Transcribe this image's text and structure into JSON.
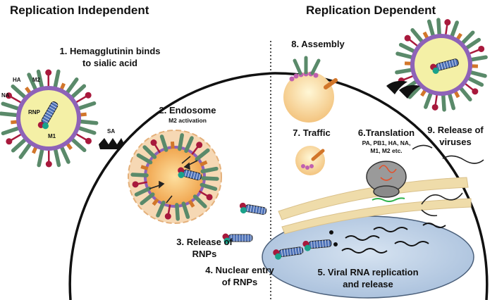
{
  "headers": {
    "left": "Replication Independent",
    "right": "Replication Dependent"
  },
  "virion_labels": {
    "ha": "HA",
    "m2": "M2",
    "na": "NA",
    "rnp": "RNP",
    "m1": "M1",
    "sa": "SA"
  },
  "steps": {
    "s1_line1": "1. Hemagglutinin binds",
    "s1_line2": "to sialic acid",
    "s2_line1": "2. Endosome",
    "s2_line2": "M2 activation",
    "s3_line1": "3. Release of",
    "s3_line2": "RNPs",
    "s4_line1": "4. Nuclear entry",
    "s4_line2": "of RNPs",
    "s5_line1": "5. Viral RNA replication",
    "s5_line2": "and release",
    "s6_line1": "6.Translation",
    "s6_line2": "PA, PB1, HA, NA,",
    "s6_line3": "M1, M2 etc.",
    "s7": "7. Traffic",
    "s8": "8. Assembly",
    "s9_line1": "9. Release of",
    "s9_line2": "viruses"
  },
  "colors": {
    "spike_green": "#5a8a6a",
    "spike_red": "#a8193c",
    "m2_orange": "#d2762a",
    "membrane_purple": "#8e62b8",
    "core_yellow": "#f4f0a6",
    "rnp_blue": "#4b6fb5",
    "er_tan": "#efdcaa",
    "nucleus_blue": "#b9cde3",
    "ribosome_gray": "#9a9a9a"
  }
}
